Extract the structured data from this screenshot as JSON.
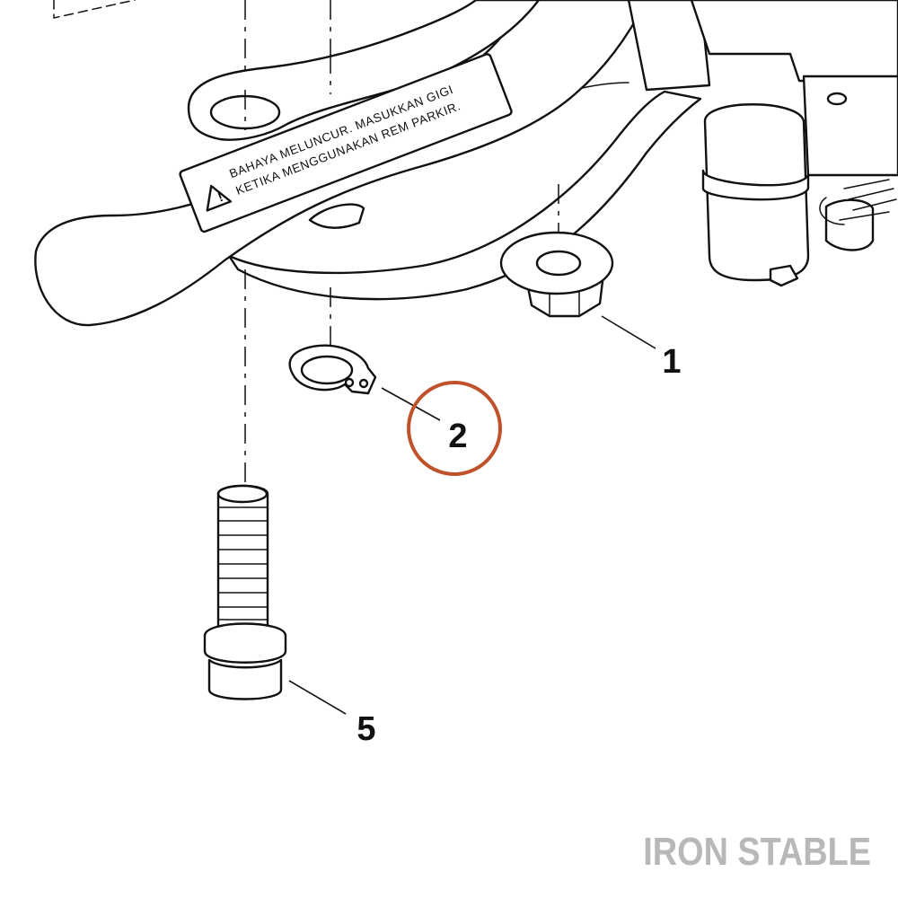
{
  "callouts": [
    {
      "number": "1",
      "part": "flange-nut"
    },
    {
      "number": "2",
      "part": "retaining-ring"
    },
    {
      "number": "5",
      "part": "bolt"
    }
  ],
  "highlighted_callout": "2",
  "warning_label": {
    "line1": "BAHAYA MELUNCUR. MASUKKAN GIGI",
    "line2": "KETIKA MENGGUNAKAN REM PARKIR."
  },
  "watermark": "IRON STABLE",
  "colors": {
    "line": "#111111",
    "highlight_ring": "#c0522b",
    "watermark": "#b8b8b8",
    "background": "#ffffff"
  }
}
